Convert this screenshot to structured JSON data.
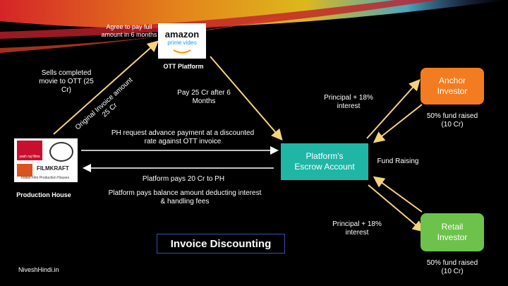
{
  "title": "Invoice Discounting",
  "watermark": "NiveshHindi.in",
  "colors": {
    "arrow": "#f5d37a",
    "escrow": "#1fb6a6",
    "anchor": "#f47c20",
    "retail": "#6cc24a"
  },
  "ott": {
    "brand_top": "amazon",
    "brand_bottom": "prime video",
    "label": "OTT Platform",
    "note": "Agree to pay full amount in 6 months"
  },
  "production": {
    "label": "Production House",
    "logo_yrf": "yash raj films",
    "logo_filmkraft": "FILMKRAFT",
    "logo_caption": "Indian Film Production Houses"
  },
  "escrow": {
    "line1": "Platform's",
    "line2": "Escrow Account"
  },
  "anchor": {
    "line1": "Anchor",
    "line2": "Investor",
    "fund": "50% fund raised (10 Cr)"
  },
  "retail": {
    "line1": "Retail",
    "line2": "Investor",
    "fund": "50% fund raised (10 Cr)"
  },
  "labels": {
    "sells": "Sells completed movie to OTT (25 Cr)",
    "invoice_amount": "Original Invoice amount 25 Cr",
    "pay_after": "Pay 25 Cr after 6 Months",
    "ph_request": "PH request advance payment at a discounted rate against OTT invoice",
    "platform_pays": "Platform pays 20 Cr to PH",
    "balance": "Platform pays balance amount deducting interest & handling fees",
    "principal_top": "Principal + 18% interest",
    "principal_bottom": "Principal + 18% interest",
    "fund_raising": "Fund Raising"
  }
}
